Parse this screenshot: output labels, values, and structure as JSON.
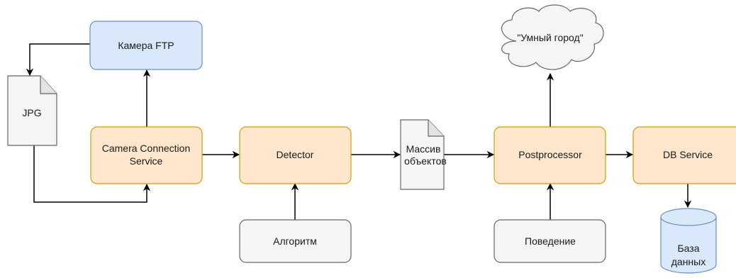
{
  "nodes": {
    "camera_ftp": "Камера FTP",
    "jpg_file": "JPG",
    "camera_connection_line1": "Camera Connection",
    "camera_connection_line2": "Service",
    "detector": "Detector",
    "objects_array_line1": "Массив",
    "objects_array_line2": "объектов",
    "postprocessor": "Postprocessor",
    "db_service": "DB Service",
    "algorithm": "Алгоритм",
    "behavior": "Поведение",
    "smart_city": "\"Умный город\"",
    "database_line1": "База",
    "database_line2": "данных"
  },
  "colors": {
    "blue_fill": "#dae8fc",
    "blue_stroke": "#6c8ebf",
    "orange_fill": "#ffe6cc",
    "orange_stroke": "#d79b00",
    "gray_fill": "#f5f5f5",
    "gray_stroke": "#666666",
    "edge": "#000000"
  }
}
